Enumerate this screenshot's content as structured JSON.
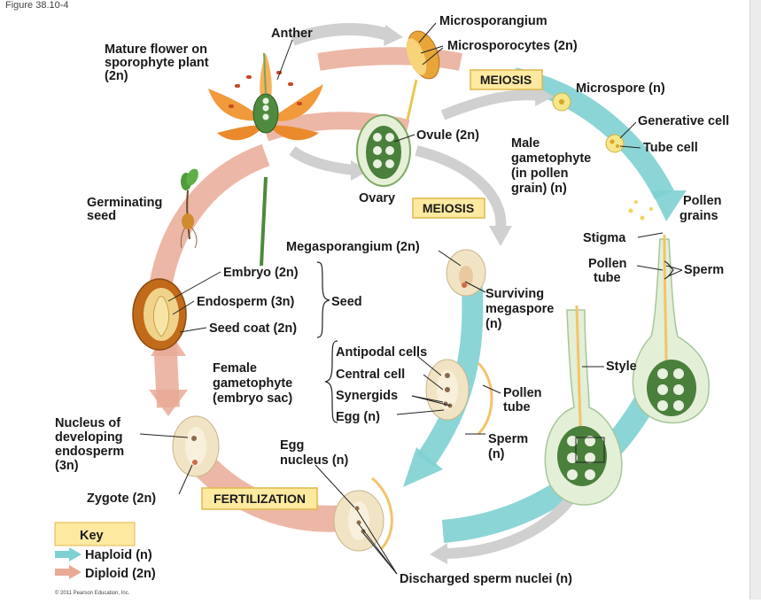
{
  "figure_label": "Figure 38.10-4",
  "copyright": "© 2011 Pearson Education, Inc.",
  "stage_boxes": {
    "meiosis_top": "MEIOSIS",
    "meiosis_mid": "MEIOSIS",
    "fertilization": "FERTILIZATION"
  },
  "labels": {
    "anther": "Anther",
    "microsporangium": "Microsporangium",
    "microsporocytes": "Microsporocytes (2n)",
    "mature_flower": [
      "Mature flower on",
      "sporophyte plant",
      "(2n)"
    ],
    "microspore": "Microspore (n)",
    "generative_cell": "Generative cell",
    "tube_cell": "Tube cell",
    "ovule": "Ovule (2n)",
    "male_gametophyte": [
      "Male",
      "gametophyte",
      "(in pollen",
      "grain) (n)"
    ],
    "ovary": "Ovary",
    "germinating_seed": [
      "Germinating",
      "seed"
    ],
    "pollen_grains": [
      "Pollen",
      "grains"
    ],
    "stigma": "Stigma",
    "megasporangium": "Megasporangium (2n)",
    "pollen_tube_right": [
      "Pollen",
      "tube"
    ],
    "sperm_right": "Sperm",
    "embryo": "Embryo (2n)",
    "endosperm": "Endosperm (3n)",
    "seed": "Seed",
    "seed_coat": "Seed coat (2n)",
    "surviving_megaspore": [
      "Surviving",
      "megaspore",
      "(n)"
    ],
    "antipodal_cells": "Antipodal cells",
    "central_cell": "Central cell",
    "synergids": "Synergids",
    "egg": "Egg (n)",
    "female_gametophyte": [
      "Female",
      "gametophyte",
      "(embryo sac)"
    ],
    "style": "Style",
    "pollen_tube_mid": [
      "Pollen",
      "tube"
    ],
    "sperm_mid": [
      "Sperm",
      "(n)"
    ],
    "nucleus_endosperm": [
      "Nucleus of",
      "developing",
      "endosperm",
      "(3n)"
    ],
    "egg_nucleus": [
      "Egg",
      "nucleus (n)"
    ],
    "zygote": "Zygote (2n)",
    "discharged_sperm": "Discharged sperm nuclei (n)"
  },
  "key": {
    "title": "Key",
    "haploid": "Haploid (n)",
    "diploid": "Diploid (2n)"
  },
  "colors": {
    "haploid_arrow": "#7fd0d2",
    "diploid_arrow": "#e9aa96",
    "stage_box_fill": "#fde9a0",
    "stage_box_stroke": "#e0b84a",
    "flower_petal": "#f19a3c",
    "ovule_green": "#3f7a3a",
    "seed_brown": "#c06a1a",
    "pollen_yellow": "#f4e27a",
    "gray_arrow": "#cfcfcf",
    "tissue_cream": "#f6e8c8"
  }
}
